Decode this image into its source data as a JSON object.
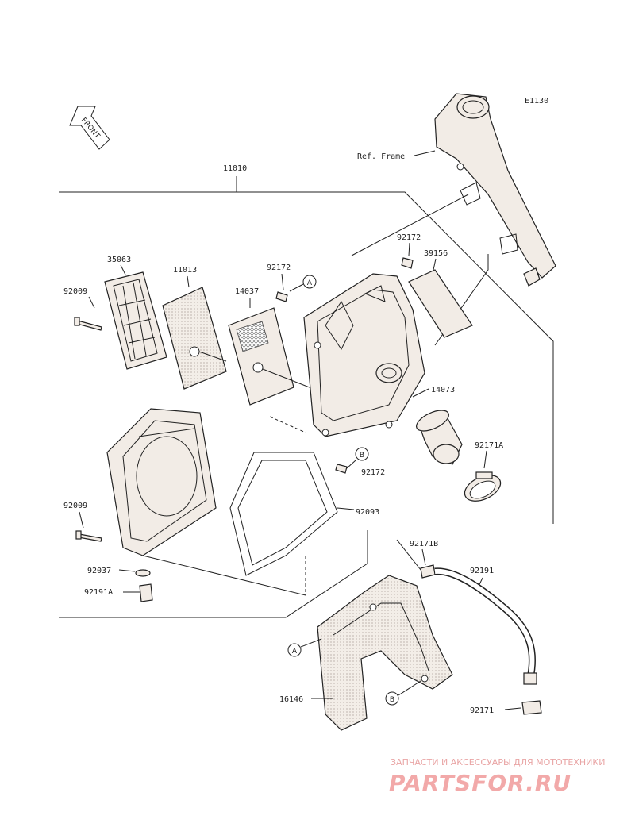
{
  "diagram_code": "E1130",
  "front_label": "FRONT",
  "ref_frame_label": "Ref. Frame",
  "callouts": {
    "a": "A",
    "b": "B"
  },
  "part_numbers": {
    "assembly": "11010",
    "grille": "35063",
    "element": "11013",
    "mesh": "14037",
    "screw_left_top": "92009",
    "screw_left_bottom": "92009",
    "bolt_top": "92172",
    "bolt_right": "92172",
    "bolt_mid": "92172",
    "sponge": "39156",
    "duct": "14073",
    "clamp_a": "92171A",
    "clamp_b": "92171B",
    "gasket": "92093",
    "clip": "92037",
    "cap": "92191A",
    "hose": "92191",
    "clamp_hose": "92171",
    "cover": "16146"
  },
  "watermark": {
    "tagline": "ЗАПЧАСТИ И АКСЕССУАРЫ ДЛЯ МОТОТЕХНИКИ",
    "brand": "PARTSFOR.RU"
  }
}
